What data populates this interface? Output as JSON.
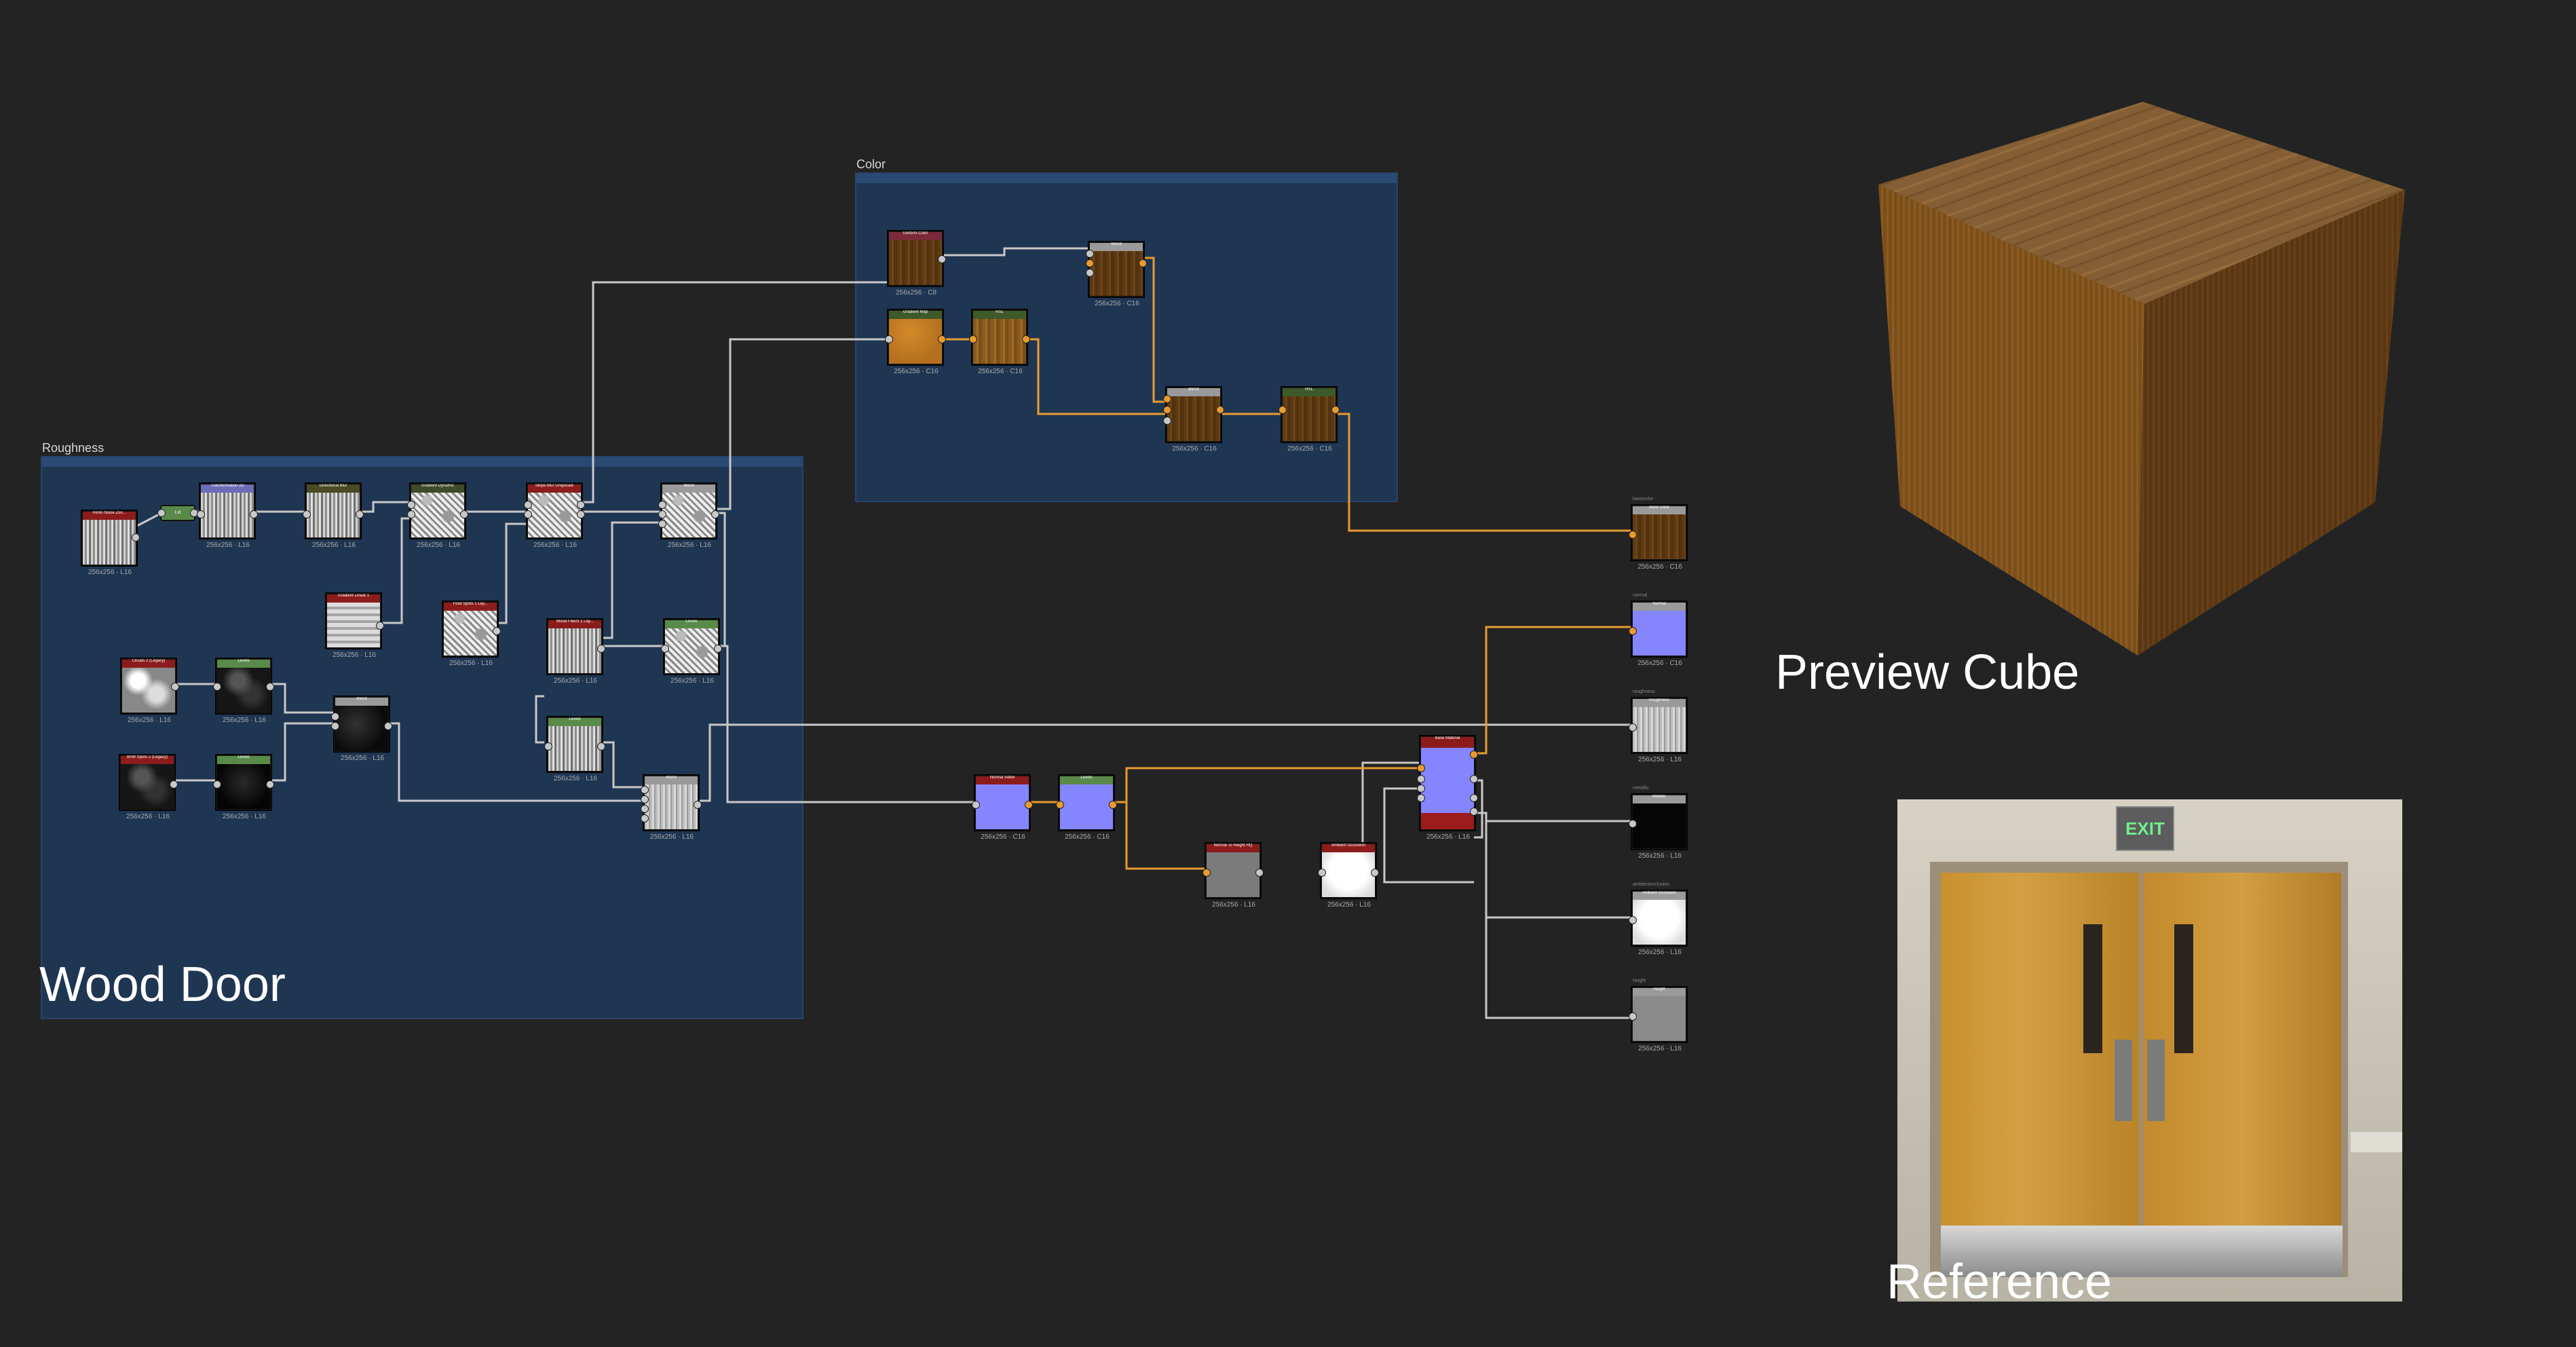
{
  "frames": {
    "roughness": {
      "title": "Roughness"
    },
    "color": {
      "title": "Color"
    }
  },
  "labels": {
    "wood_door": "Wood Door",
    "preview_cube": "Preview Cube",
    "reference": "Reference"
  },
  "reference_image": {
    "sign_text": "EXIT"
  },
  "nodes": {
    "r1": {
      "title": "Perlin Noise Zoo...",
      "caption": "256x256 · L16"
    },
    "r_lvl": {
      "title": "Lvl"
    },
    "r2": {
      "title": "Transformation 2D",
      "caption": "256x256 · L16"
    },
    "r3": {
      "title": "Directional Blur",
      "caption": "256x256 · L16"
    },
    "r4": {
      "title": "Gradient Dynamic",
      "caption": "256x256 · L16"
    },
    "r5": {
      "title": "Slope Blur Grayscale",
      "caption": "256x256 · L16"
    },
    "r6": {
      "title": "Blend",
      "caption": "256x256 · L16"
    },
    "r7": {
      "title": "Gradient Linear 1",
      "caption": "256x256 · L16"
    },
    "r8": {
      "title": "Fluid Spots 1 Lay...",
      "caption": "256x256 · L16"
    },
    "r9": {
      "title": "Wood Fibers 1 Lay...",
      "caption": "256x256 · L16"
    },
    "r10": {
      "title": "Levels",
      "caption": "256x256 · L16"
    },
    "r11": {
      "title": "Clouds 2 (Legacy)",
      "caption": "256x256 · L16"
    },
    "r12": {
      "title": "Levels",
      "caption": "256x256 · L16"
    },
    "r13": {
      "title": "Blend",
      "caption": "256x256 · L16"
    },
    "r14": {
      "title": "Levels",
      "caption": "256x256 · L16"
    },
    "r15": {
      "title": "BnW Spots 2 (Legacy)",
      "caption": "256x256 · L16"
    },
    "r16": {
      "title": "Levels",
      "caption": "256x256 · L16"
    },
    "r17": {
      "title": "Blend",
      "caption": "256x256 · L16"
    },
    "c1": {
      "title": "Uniform Color",
      "caption": "256x256 · C8"
    },
    "c2": {
      "title": "Gradient Map",
      "caption": "256x256 · C16"
    },
    "c3": {
      "title": "HSL",
      "caption": "256x256 · C16"
    },
    "c4": {
      "title": "Blend",
      "caption": "256x256 · C16"
    },
    "c5": {
      "title": "Blend",
      "caption": "256x256 · C16"
    },
    "c6": {
      "title": "HSL",
      "caption": "256x256 · C16"
    },
    "n1": {
      "title": "Normal Sobel",
      "caption": "256x256 · C16"
    },
    "n2": {
      "title": "Levels",
      "caption": "256x256 · C16"
    },
    "n3": {
      "title": "Normal To Height HQ",
      "caption": "256x256 · L16"
    },
    "n4": {
      "title": "Ambient Occlusion",
      "caption": "256x256 · L16"
    },
    "pbr": {
      "title": "Base Material",
      "caption": "256x256 · L16"
    },
    "o1": {
      "title": "Base Color",
      "label": "basecolor",
      "caption": "256x256 · C16"
    },
    "o2": {
      "title": "Normal",
      "label": "normal",
      "caption": "256x256 · C16"
    },
    "o3": {
      "title": "Roughness",
      "label": "roughness",
      "caption": "256x256 · L16"
    },
    "o4": {
      "title": "Metallic",
      "label": "metallic",
      "caption": "256x256 · L16"
    },
    "o5": {
      "title": "Ambient Occlusion",
      "label": "ambientocclusion",
      "caption": "256x256 · L16"
    },
    "o6": {
      "title": "Height",
      "label": "height",
      "caption": "256x256 · L16"
    }
  },
  "colors": {
    "canvas": "#232323",
    "frame": "#1f3653",
    "wire_gray": "#c8c8c8",
    "wire_orange": "#e89b2f",
    "header_red": "#8c1c1c",
    "header_gray": "#9a9a9a",
    "header_green": "#5a8a4a",
    "header_blue": "#6c6cb8",
    "header_olive": "#4a4a24"
  }
}
